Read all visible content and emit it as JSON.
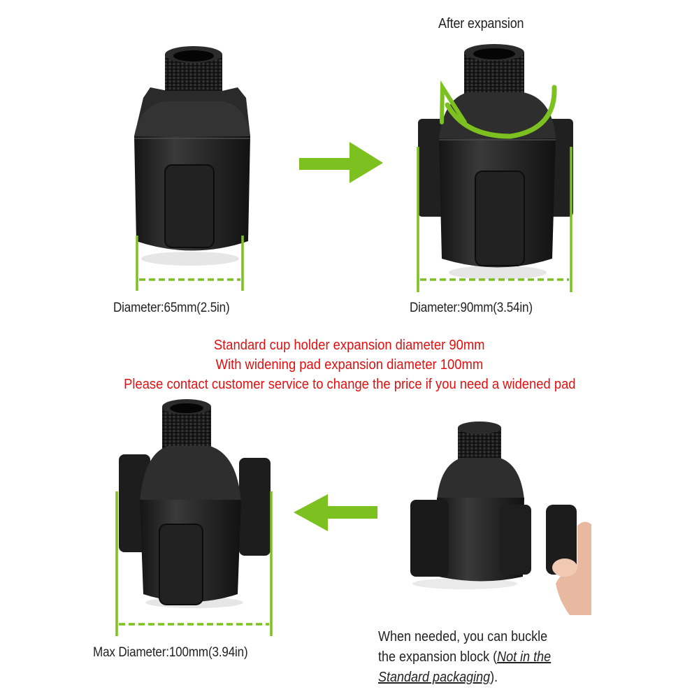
{
  "panels": {
    "top_left": {
      "caption": "Diameter:65mm(2.5in)",
      "product": "cup-holder-adapter-retracted"
    },
    "top_right": {
      "heading": "After expansion",
      "caption": "Diameter:90mm(3.54in)",
      "product": "cup-holder-adapter-expanded"
    },
    "bottom_left": {
      "caption": "Max Diameter:100mm(3.94in)",
      "product": "cup-holder-adapter-with-widening-pads"
    },
    "bottom_right": {
      "note_line1": "When needed, you can buckle",
      "note_line2_prefix": "the expansion block (",
      "note_line2_italic": "Not in the ",
      "note_line3_italic": "Standard packaging",
      "note_line3_suffix": ").",
      "product": "adapter-with-expansion-block-in-hand"
    }
  },
  "notice": {
    "line1": "Standard cup holder expansion diameter 90mm",
    "line2": "With widening pad expansion diameter 100mm",
    "line3": "Please contact customer service to change the price if you need a widened pad"
  },
  "icons": {
    "arrow_top": "arrow-right-icon",
    "arrow_bottom": "arrow-left-icon",
    "rotate": "rotate-arrow-icon"
  },
  "colors": {
    "accent_green": "#7cc11f",
    "notice_red": "#e01010",
    "product_black": "#1c1c1c"
  }
}
